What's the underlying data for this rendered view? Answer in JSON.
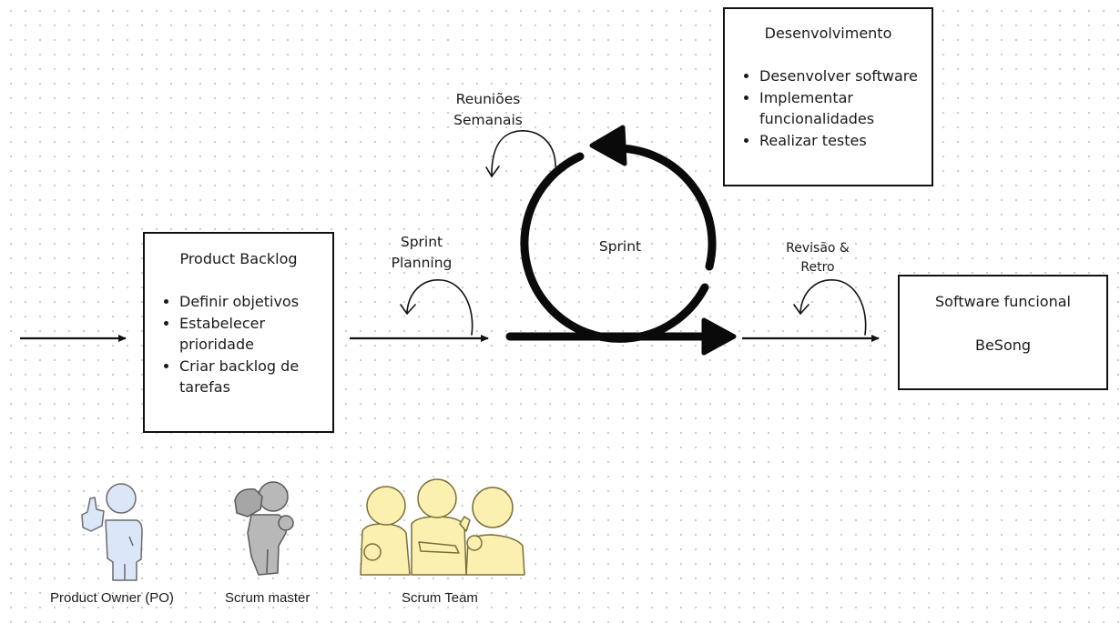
{
  "dev_box": {
    "title": "Desenvolvimento",
    "items": [
      "Desenvolver software",
      "Implementar funcionalidades",
      "Realizar testes"
    ]
  },
  "backlog_box": {
    "title": "Product Backlog",
    "items": [
      "Definir objetivos",
      "Estabelecer prioridade",
      "Criar backlog de tarefas"
    ]
  },
  "software_box": {
    "title": "Software funcional",
    "subtitle": "BeSong"
  },
  "labels": {
    "reunioes_line1": "Reuniões",
    "reunioes_line2": "Semanais",
    "sprint": "Sprint",
    "planning_line1": "Sprint",
    "planning_line2": "Planning",
    "revisao_line1": "Revisão &",
    "revisao_line2": "Retro"
  },
  "roles": [
    {
      "label": "Product Owner (PO)",
      "color": "#dbe6f8"
    },
    {
      "label": "Scrum master",
      "color": "#b8b8b8"
    },
    {
      "label": "Scrum Team",
      "color": "#fbf0b0"
    }
  ]
}
